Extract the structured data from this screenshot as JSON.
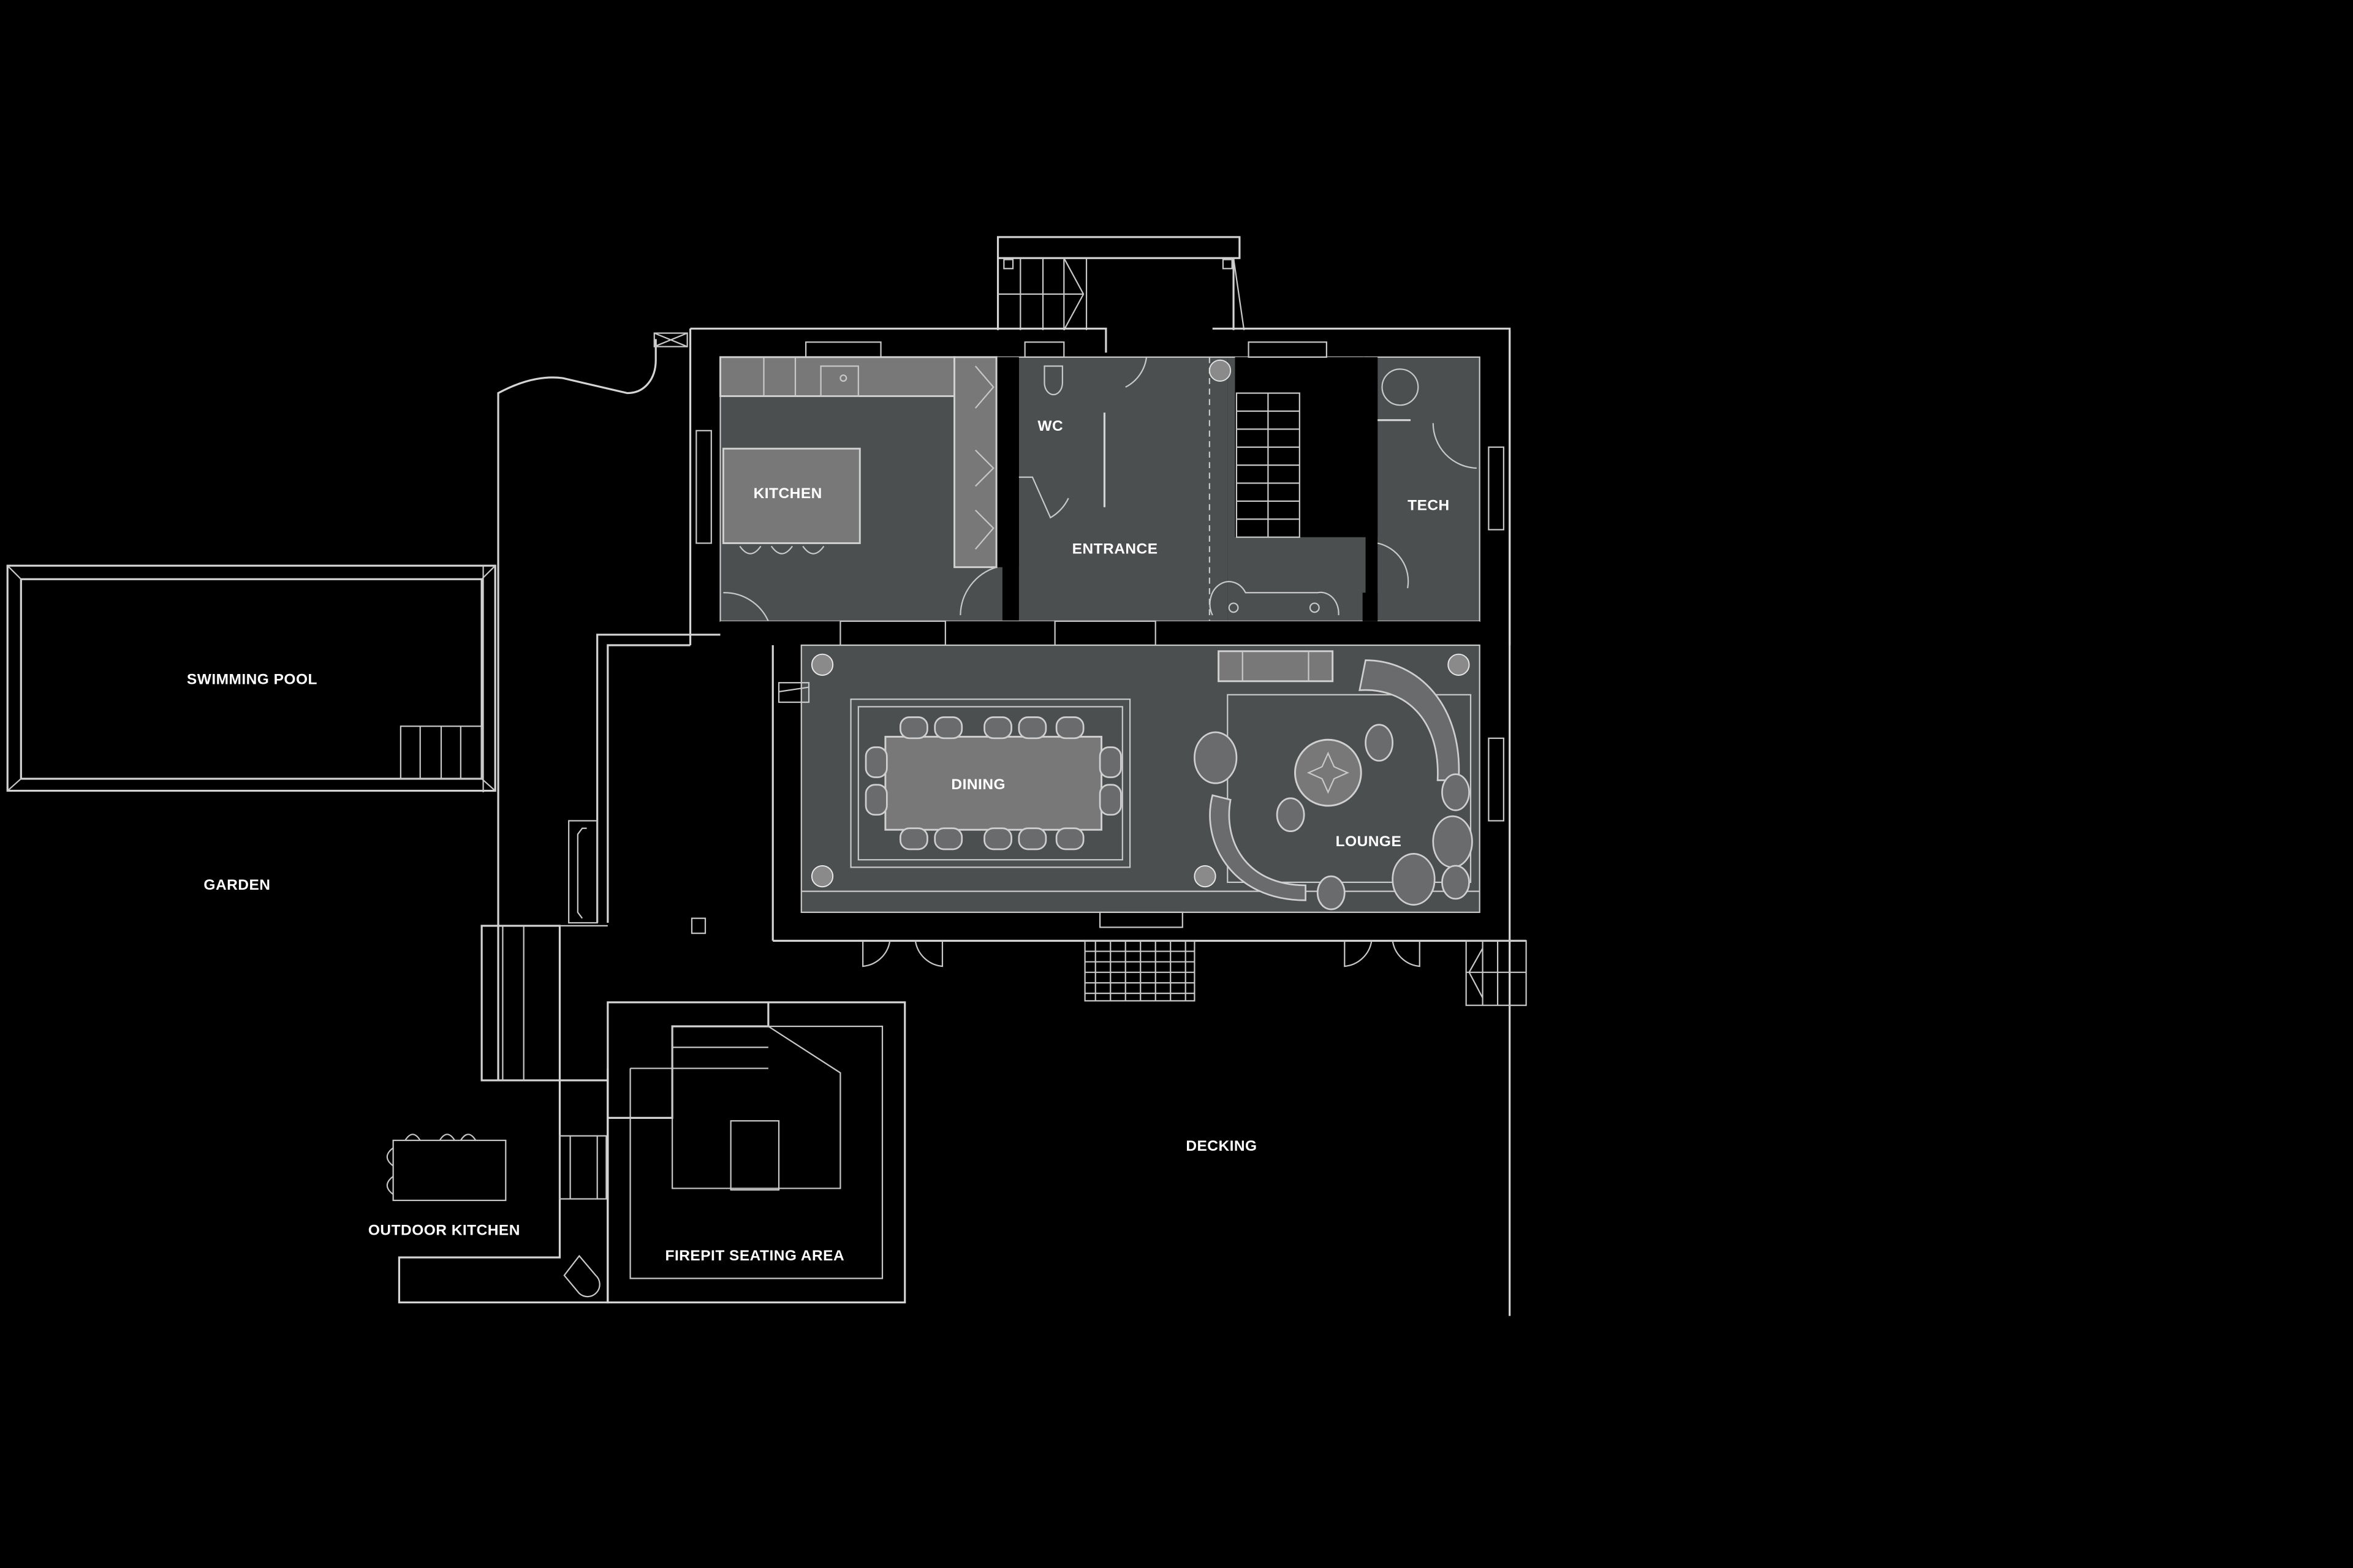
{
  "plan": {
    "title": "Ground floor plan",
    "background_color": "#000000",
    "line_color": "#d4d4d4",
    "interior_floor_color": "#4b4f50",
    "furniture_color": "#787878",
    "label_color": "#ffffff"
  },
  "rooms": {
    "kitchen": "KITCHEN",
    "wc": "WC",
    "entrance": "ENTRANCE",
    "tech": "TECH",
    "dining": "DINING",
    "lounge": "LOUNGE"
  },
  "outdoor": {
    "swimming_pool": "SWIMMING POOL",
    "garden": "GARDEN",
    "outdoor_kitchen": "OUTDOOR KITCHEN",
    "firepit": "FIREPIT SEATING AREA",
    "decking": "DECKING"
  },
  "icons": {
    "plant": "plant-icon",
    "door_swing": "door-swing-icon",
    "stairs": "stairs-icon",
    "chair": "chair-icon"
  }
}
